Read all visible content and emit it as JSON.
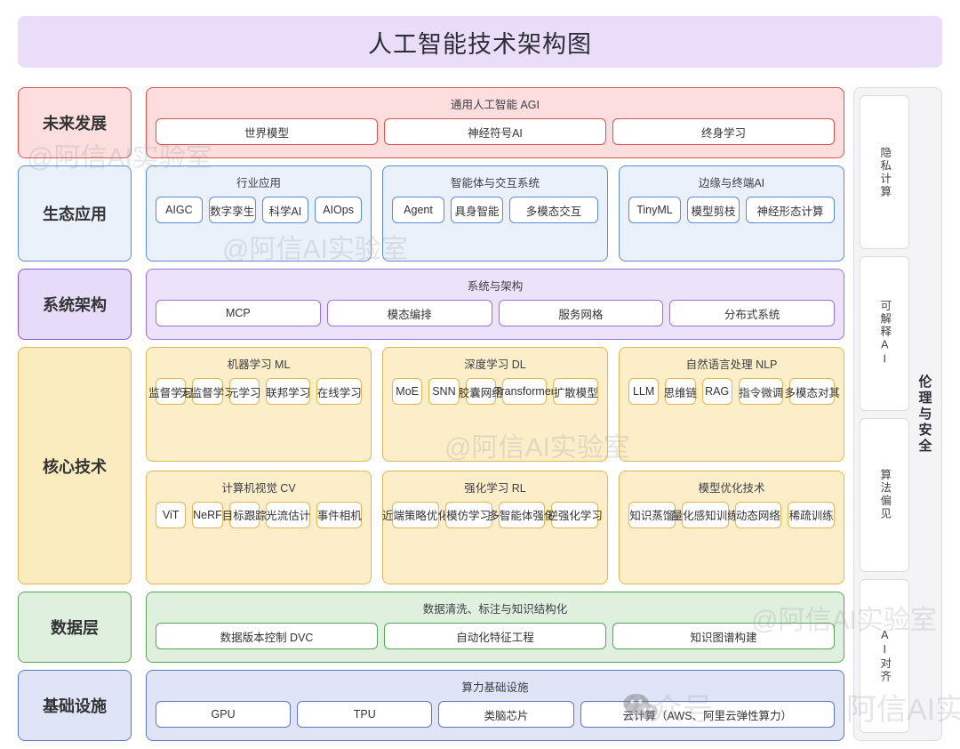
{
  "header": {
    "title": "人工智能技术架构图"
  },
  "watermarks": {
    "handle": "@阿信AI实验室",
    "brand": "阿信AI实验室",
    "account_prefix": "公众号",
    "wechat_icon": "wechat-icon"
  },
  "rows": [
    {
      "key": "future",
      "label": "未来发展",
      "theme": "t-red",
      "groups": [
        {
          "title": "通用人工智能 AGI",
          "chips": [
            "世界模型",
            "神经符号AI",
            "终身学习"
          ]
        }
      ]
    },
    {
      "key": "ecosystem",
      "label": "生态应用",
      "theme": "t-blue",
      "groups": [
        {
          "title": "行业应用",
          "chips": [
            "AIGC",
            "数字孪生",
            "科学AI",
            "AIOps"
          ]
        },
        {
          "title": "智能体与交互系统",
          "chips": [
            "Agent",
            "具身智能",
            "多模态交互"
          ]
        },
        {
          "title": "边缘与终端AI",
          "chips": [
            "TinyML",
            "模型剪枝",
            "神经形态计算"
          ]
        }
      ]
    },
    {
      "key": "system",
      "label": "系统架构",
      "theme": "t-purple",
      "groups": [
        {
          "title": "系统与架构",
          "chips": [
            "MCP",
            "模态编排",
            "服务网格",
            "分布式系统"
          ]
        }
      ]
    },
    {
      "key": "core",
      "label": "核心技术",
      "theme": "t-yellow",
      "bands": [
        [
          {
            "title": "机器学习 ML",
            "chips": [
              "监督学习",
              "无监督学习",
              "元学习",
              "联邦学习",
              "在线学习"
            ]
          },
          {
            "title": "深度学习 DL",
            "chips": [
              "MoE",
              "SNN",
              "胶囊网络",
              "Transformer",
              "扩散模型"
            ]
          },
          {
            "title": "自然语言处理 NLP",
            "chips": [
              "LLM",
              "思维链",
              "RAG",
              "指令微调",
              "多模态对其"
            ]
          }
        ],
        [
          {
            "title": "计算机视觉 CV",
            "chips": [
              "ViT",
              "NeRF",
              "目标跟踪",
              "光流估计",
              "事件相机"
            ]
          },
          {
            "title": "强化学习 RL",
            "chips": [
              "近端策略优化",
              "模仿学习",
              "多智能体强化",
              "逆强化学习"
            ]
          },
          {
            "title": "模型优化技术",
            "chips": [
              "知识蒸馏",
              "量化感知训练",
              "动态网络",
              "稀疏训练"
            ]
          }
        ]
      ]
    },
    {
      "key": "data",
      "label": "数据层",
      "theme": "t-green",
      "groups": [
        {
          "title": "数据清洗、标注与知识结构化",
          "chips": [
            "数据版本控制 DVC",
            "自动化特征工程",
            "知识图谱构建"
          ]
        }
      ]
    },
    {
      "key": "infrastructure",
      "label": "基础设施",
      "theme": "t-indigo",
      "groups": [
        {
          "title": "算力基础设施",
          "chips": [
            "GPU",
            "TPU",
            "类脑芯片",
            "云计算（AWS、阿里云弹性算力）"
          ]
        }
      ]
    }
  ],
  "sidebar": {
    "label": "伦理与安全",
    "items": [
      "隐私计算",
      "可解释AI",
      "算法偏见",
      "AI对齐"
    ]
  },
  "colors": {
    "title_bg": "#e9ddfa",
    "future": "#d9534f",
    "ecosystem": "#5b8ed6",
    "system": "#9a72e0",
    "core": "#e0b84e",
    "data": "#5aa35c",
    "infrastructure": "#6277c4",
    "sidebar": "#dcdce0"
  }
}
